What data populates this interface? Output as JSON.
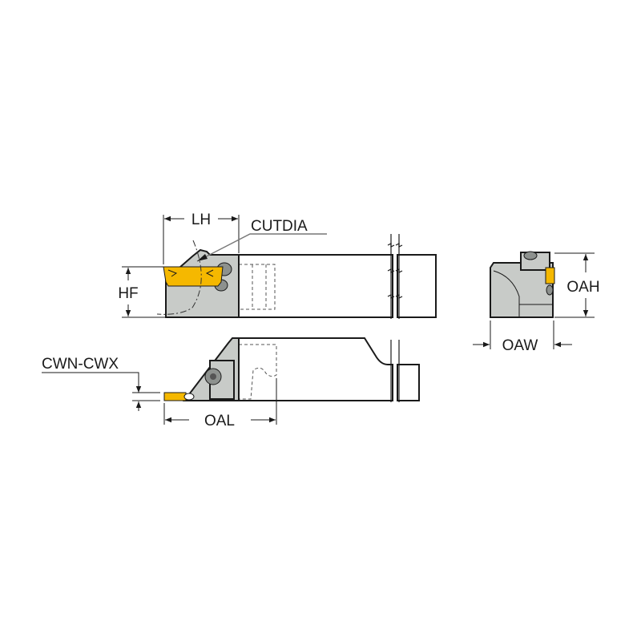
{
  "diagram": {
    "type": "technical-drawing",
    "subject": "grooving/parting tool holder with insert",
    "colors": {
      "insert": "#f5b800",
      "body_shaded": "#c8cbc8",
      "body_dark": "#8d918e",
      "line": "#1a1a1a",
      "background": "#ffffff"
    },
    "views": {
      "top_view": {
        "dimensions": {
          "lh": "LH",
          "hf": "HF",
          "cutdia": "CUTDIA"
        }
      },
      "side_view": {
        "dimensions": {
          "cwn_cwx": "CWN-CWX",
          "oal": "OAL"
        }
      },
      "end_view": {
        "dimensions": {
          "oah": "OAH",
          "oaw": "OAW"
        }
      }
    }
  }
}
